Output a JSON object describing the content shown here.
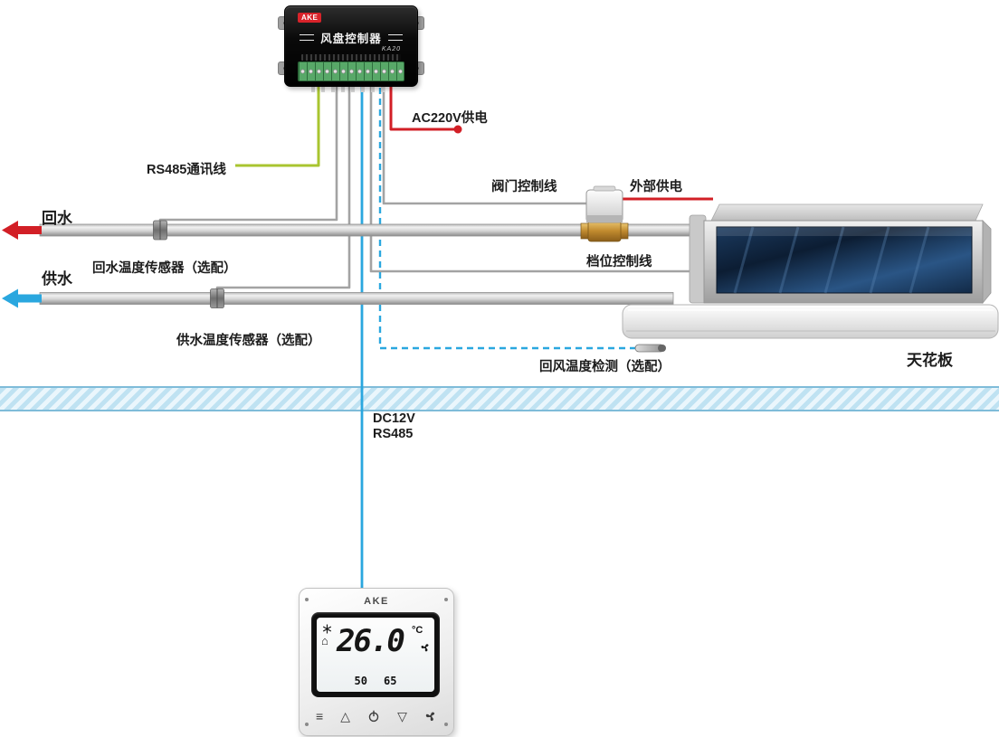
{
  "controller": {
    "brand": "AKE",
    "title": "风盘控制器",
    "model": "KA20"
  },
  "wiring_labels": {
    "rs485_line": "RS485通讯线",
    "ac_power": "AC220V供电",
    "valve_control": "阀门控制线",
    "external_power": "外部供电",
    "gear_control": "档位控制线",
    "return_air_detect": "回风温度检测（选配）"
  },
  "pipe_labels": {
    "return_water": "回水",
    "supply_water": "供水",
    "return_water_sensor": "回水温度传感器（选配）",
    "supply_water_sensor": "供水温度传感器（选配）"
  },
  "bus_labels": {
    "dc": "DC12V",
    "rs485": "RS485"
  },
  "ceiling_label": "天花板",
  "thermostat": {
    "brand": "AKE",
    "temperature": "26.0",
    "unit": "°C",
    "value_left": "50",
    "value_right": "65"
  },
  "colors": {
    "wire_green": "#a9c530",
    "wire_red": "#d21f26",
    "wire_blue": "#2aa7df",
    "wire_gray": "#a3a3a3",
    "valve_brass": "#c08a2e",
    "coil_navy": "#16304f",
    "ceiling_blue": "#7fbcd9"
  }
}
